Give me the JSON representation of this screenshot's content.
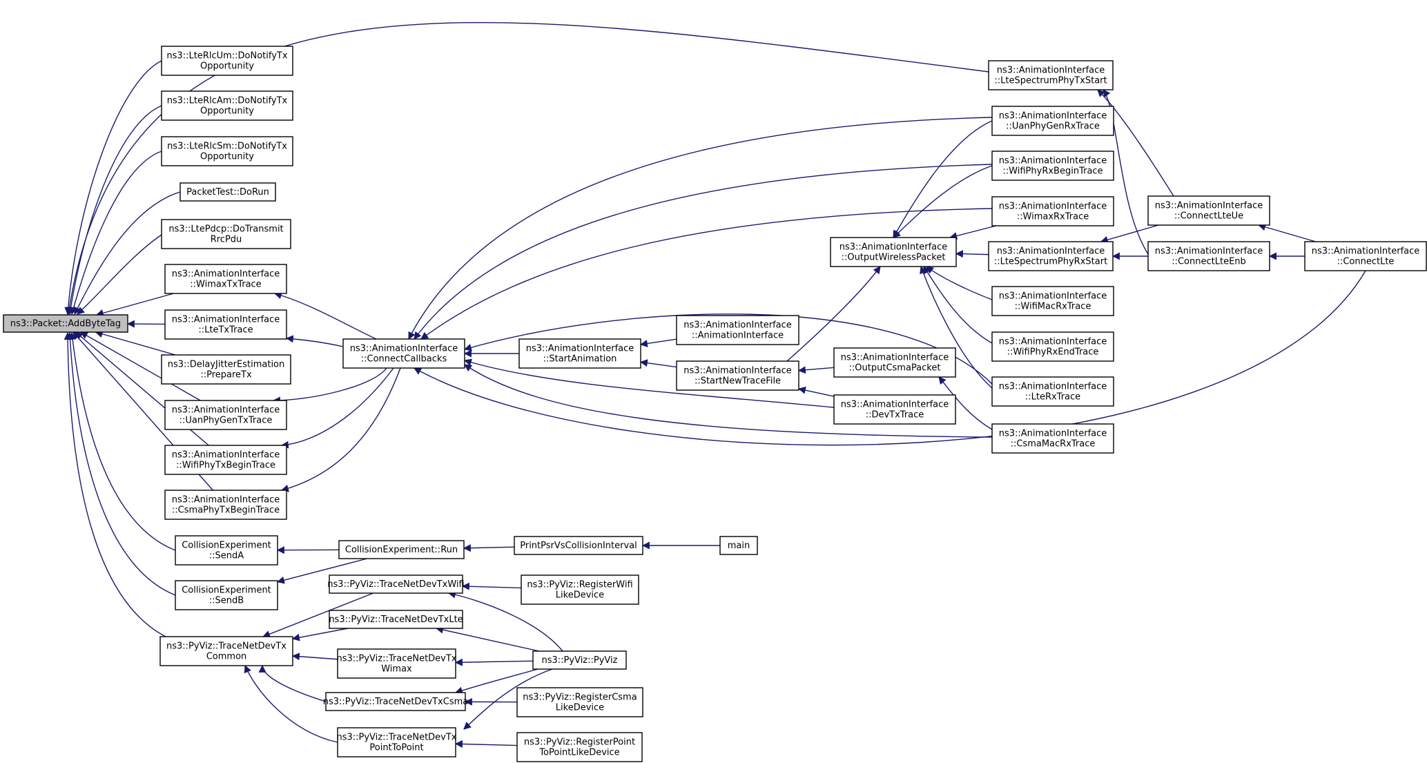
{
  "graph": {
    "nodes": [
      {
        "id": "addbytetag",
        "lines": [
          "ns3::Packet::AddByteTag"
        ],
        "root": true
      },
      {
        "id": "rlcum",
        "lines": [
          "ns3::LteRlcUm::DoNotifyTx",
          "Opportunity"
        ]
      },
      {
        "id": "rlcam",
        "lines": [
          "ns3::LteRlcAm::DoNotifyTx",
          "Opportunity"
        ]
      },
      {
        "id": "rlcsm",
        "lines": [
          "ns3::LteRlcSm::DoNotifyTx",
          "Opportunity"
        ]
      },
      {
        "id": "packettest",
        "lines": [
          "PacketTest::DoRun"
        ]
      },
      {
        "id": "ltepdcp",
        "lines": [
          "ns3::LtePdcp::DoTransmit",
          "RrcPdu"
        ]
      },
      {
        "id": "wimaxtx",
        "lines": [
          "ns3::AnimationInterface",
          "::WimaxTxTrace"
        ]
      },
      {
        "id": "ltetx",
        "lines": [
          "ns3::AnimationInterface",
          "::LteTxTrace"
        ]
      },
      {
        "id": "delayjitter",
        "lines": [
          "ns3::DelayJitterEstimation",
          "::PrepareTx"
        ]
      },
      {
        "id": "uanphygentx",
        "lines": [
          "ns3::AnimationInterface",
          "::UanPhyGenTxTrace"
        ]
      },
      {
        "id": "wifiphytxbegin",
        "lines": [
          "ns3::AnimationInterface",
          "::WifiPhyTxBeginTrace"
        ]
      },
      {
        "id": "csmaphytxbegin",
        "lines": [
          "ns3::AnimationInterface",
          "::CsmaPhyTxBeginTrace"
        ]
      },
      {
        "id": "senda",
        "lines": [
          "CollisionExperiment",
          "::SendA"
        ]
      },
      {
        "id": "sendb",
        "lines": [
          "CollisionExperiment",
          "::SendB"
        ]
      },
      {
        "id": "tracenetdevtxcommon",
        "lines": [
          "ns3::PyViz::TraceNetDevTx",
          "Common"
        ]
      },
      {
        "id": "connectcallbacks",
        "lines": [
          "ns3::AnimationInterface",
          "::ConnectCallbacks"
        ]
      },
      {
        "id": "collisionrun",
        "lines": [
          "CollisionExperiment::Run"
        ]
      },
      {
        "id": "printpsr",
        "lines": [
          "PrintPsrVsCollisionInterval"
        ]
      },
      {
        "id": "main",
        "lines": [
          "main"
        ]
      },
      {
        "id": "startanimation",
        "lines": [
          "ns3::AnimationInterface",
          "::StartAnimation"
        ]
      },
      {
        "id": "animiface",
        "lines": [
          "ns3::AnimationInterface",
          "::AnimationInterface"
        ]
      },
      {
        "id": "startnewtracefile",
        "lines": [
          "ns3::AnimationInterface",
          "::StartNewTraceFile"
        ]
      },
      {
        "id": "outputcsma",
        "lines": [
          "ns3::AnimationInterface",
          "::OutputCsmaPacket"
        ]
      },
      {
        "id": "devtx",
        "lines": [
          "ns3::AnimationInterface",
          "::DevTxTrace"
        ]
      },
      {
        "id": "outputwireless",
        "lines": [
          "ns3::AnimationInterface",
          "::OutputWirelessPacket"
        ]
      },
      {
        "id": "ltespectrumtxstart",
        "lines": [
          "ns3::AnimationInterface",
          "::LteSpectrumPhyTxStart"
        ]
      },
      {
        "id": "uanphygenrx",
        "lines": [
          "ns3::AnimationInterface",
          "::UanPhyGenRxTrace"
        ]
      },
      {
        "id": "wifiphyrxbegin",
        "lines": [
          "ns3::AnimationInterface",
          "::WifiPhyRxBeginTrace"
        ]
      },
      {
        "id": "wimaxrx",
        "lines": [
          "ns3::AnimationInterface",
          "::WimaxRxTrace"
        ]
      },
      {
        "id": "ltespectrumrxstart",
        "lines": [
          "ns3::AnimationInterface",
          "::LteSpectrumPhyRxStart"
        ]
      },
      {
        "id": "wifimacrx",
        "lines": [
          "ns3::AnimationInterface",
          "::WifiMacRxTrace"
        ]
      },
      {
        "id": "wifiphyrxend",
        "lines": [
          "ns3::AnimationInterface",
          "::WifiPhyRxEndTrace"
        ]
      },
      {
        "id": "lterx",
        "lines": [
          "ns3::AnimationInterface",
          "::LteRxTrace"
        ]
      },
      {
        "id": "csmamacrx",
        "lines": [
          "ns3::AnimationInterface",
          "::CsmaMacRxTrace"
        ]
      },
      {
        "id": "connectlteue",
        "lines": [
          "ns3::AnimationInterface",
          "::ConnectLteUe"
        ]
      },
      {
        "id": "connectlteenb",
        "lines": [
          "ns3::AnimationInterface",
          "::ConnectLteEnb"
        ]
      },
      {
        "id": "connectlte",
        "lines": [
          "ns3::AnimationInterface",
          "::ConnectLte"
        ]
      },
      {
        "id": "pyviztxwifi",
        "lines": [
          "ns3::PyViz::TraceNetDevTxWifi"
        ]
      },
      {
        "id": "pyviztxlte",
        "lines": [
          "ns3::PyViz::TraceNetDevTxLte"
        ]
      },
      {
        "id": "pyviztxwimax",
        "lines": [
          "ns3::PyViz::TraceNetDevTx",
          "Wimax"
        ]
      },
      {
        "id": "pyviztxcsma",
        "lines": [
          "ns3::PyViz::TraceNetDevTxCsma"
        ]
      },
      {
        "id": "pyviztxp2p",
        "lines": [
          "ns3::PyViz::TraceNetDevTx",
          "PointToPoint"
        ]
      },
      {
        "id": "registerwifi",
        "lines": [
          "ns3::PyViz::RegisterWifi",
          "LikeDevice"
        ]
      },
      {
        "id": "pyviz",
        "lines": [
          "ns3::PyViz::PyViz"
        ]
      },
      {
        "id": "registercsma",
        "lines": [
          "ns3::PyViz::RegisterCsma",
          "LikeDevice"
        ]
      },
      {
        "id": "registerp2p",
        "lines": [
          "ns3::PyViz::RegisterPoint",
          "ToPointLikeDevice"
        ]
      }
    ],
    "edges": [
      {
        "from": "rlcum",
        "to": "addbytetag"
      },
      {
        "from": "rlcam",
        "to": "addbytetag"
      },
      {
        "from": "rlcsm",
        "to": "addbytetag"
      },
      {
        "from": "packettest",
        "to": "addbytetag"
      },
      {
        "from": "ltepdcp",
        "to": "addbytetag"
      },
      {
        "from": "wimaxtx",
        "to": "addbytetag"
      },
      {
        "from": "ltetx",
        "to": "addbytetag"
      },
      {
        "from": "delayjitter",
        "to": "addbytetag"
      },
      {
        "from": "uanphygentx",
        "to": "addbytetag"
      },
      {
        "from": "wifiphytxbegin",
        "to": "addbytetag"
      },
      {
        "from": "csmaphytxbegin",
        "to": "addbytetag"
      },
      {
        "from": "senda",
        "to": "addbytetag"
      },
      {
        "from": "sendb",
        "to": "addbytetag"
      },
      {
        "from": "tracenetdevtxcommon",
        "to": "addbytetag"
      },
      {
        "from": "ltespectrumtxstart",
        "to": "addbytetag"
      },
      {
        "from": "connectcallbacks",
        "to": "wimaxtx"
      },
      {
        "from": "connectcallbacks",
        "to": "ltetx"
      },
      {
        "from": "connectcallbacks",
        "to": "uanphygentx"
      },
      {
        "from": "connectcallbacks",
        "to": "wifiphytxbegin"
      },
      {
        "from": "connectcallbacks",
        "to": "csmaphytxbegin"
      },
      {
        "from": "collisionrun",
        "to": "senda"
      },
      {
        "from": "collisionrun",
        "to": "sendb"
      },
      {
        "from": "printpsr",
        "to": "collisionrun"
      },
      {
        "from": "main",
        "to": "printpsr"
      },
      {
        "from": "startanimation",
        "to": "connectcallbacks"
      },
      {
        "from": "animiface",
        "to": "startanimation"
      },
      {
        "from": "startnewtracefile",
        "to": "startanimation"
      },
      {
        "from": "outputcsma",
        "to": "startnewtracefile"
      },
      {
        "from": "devtx",
        "to": "startnewtracefile"
      },
      {
        "from": "startnewtracefile",
        "to": "outputwireless"
      },
      {
        "from": "uanphygenrx",
        "to": "connectcallbacks"
      },
      {
        "from": "wifiphyrxbegin",
        "to": "connectcallbacks"
      },
      {
        "from": "wimaxrx",
        "to": "connectcallbacks"
      },
      {
        "from": "lterx",
        "to": "connectcallbacks"
      },
      {
        "from": "devtx",
        "to": "connectcallbacks"
      },
      {
        "from": "csmamacrx",
        "to": "connectcallbacks"
      },
      {
        "from": "connectlte",
        "to": "connectcallbacks"
      },
      {
        "from": "uanphygenrx",
        "to": "outputwireless"
      },
      {
        "from": "wifiphyrxbegin",
        "to": "outputwireless"
      },
      {
        "from": "wimaxrx",
        "to": "outputwireless"
      },
      {
        "from": "ltespectrumrxstart",
        "to": "outputwireless"
      },
      {
        "from": "wifimacrx",
        "to": "outputwireless"
      },
      {
        "from": "wifiphyrxend",
        "to": "outputwireless"
      },
      {
        "from": "lterx",
        "to": "outputwireless"
      },
      {
        "from": "csmamacrx",
        "to": "outputcsma"
      },
      {
        "from": "connectlteue",
        "to": "ltespectrumtxstart"
      },
      {
        "from": "connectlteenb",
        "to": "ltespectrumtxstart"
      },
      {
        "from": "connectlteue",
        "to": "ltespectrumrxstart"
      },
      {
        "from": "connectlteenb",
        "to": "ltespectrumrxstart"
      },
      {
        "from": "connectlte",
        "to": "connectlteue"
      },
      {
        "from": "connectlte",
        "to": "connectlteenb"
      },
      {
        "from": "pyviztxwifi",
        "to": "tracenetdevtxcommon"
      },
      {
        "from": "pyviztxlte",
        "to": "tracenetdevtxcommon"
      },
      {
        "from": "pyviztxwimax",
        "to": "tracenetdevtxcommon"
      },
      {
        "from": "pyviztxcsma",
        "to": "tracenetdevtxcommon"
      },
      {
        "from": "pyviztxp2p",
        "to": "tracenetdevtxcommon"
      },
      {
        "from": "registerwifi",
        "to": "pyviztxwifi"
      },
      {
        "from": "pyviz",
        "to": "pyviztxwifi"
      },
      {
        "from": "pyviz",
        "to": "pyviztxlte"
      },
      {
        "from": "pyviz",
        "to": "pyviztxwimax"
      },
      {
        "from": "pyviz",
        "to": "pyviztxcsma"
      },
      {
        "from": "pyviz",
        "to": "pyviztxp2p"
      },
      {
        "from": "registercsma",
        "to": "pyviztxcsma"
      },
      {
        "from": "registerp2p",
        "to": "pyviztxp2p"
      }
    ]
  }
}
